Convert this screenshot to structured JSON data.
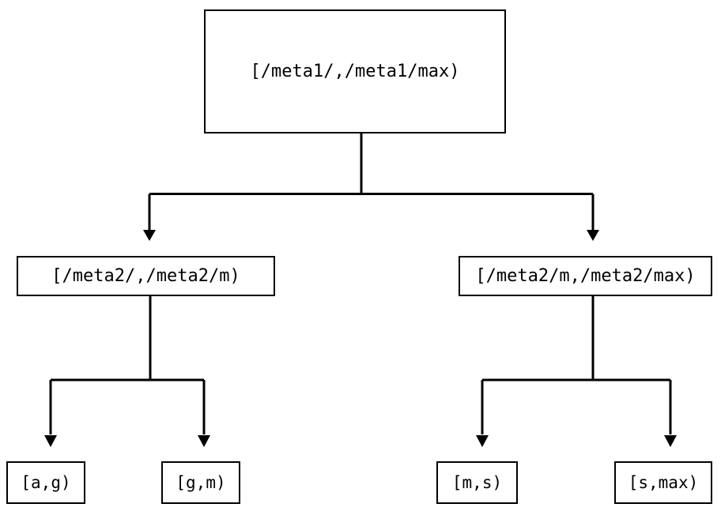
{
  "diagram": {
    "type": "tree",
    "title": "",
    "orientation": "top-down",
    "colors": {
      "background": "#ffffff",
      "stroke": "#000000",
      "text": "#000000",
      "node_fill": "#ffffff"
    },
    "nodes": {
      "root": {
        "label": "[/meta1/,/meta1/max)",
        "level": "root"
      },
      "mid_left": {
        "label": "[/meta2/,/meta2/m)",
        "level": "mid"
      },
      "mid_right": {
        "label": "[/meta2/m,/meta2/max)",
        "level": "mid"
      },
      "leaf_1": {
        "label": "[a,g)",
        "level": "leaf"
      },
      "leaf_2": {
        "label": "[g,m)",
        "level": "leaf"
      },
      "leaf_3": {
        "label": "[m,s)",
        "level": "leaf"
      },
      "leaf_4": {
        "label": "[s,max)",
        "level": "leaf"
      }
    },
    "edges": [
      {
        "from": "root",
        "to": "mid_left",
        "arrow": "down"
      },
      {
        "from": "root",
        "to": "mid_right",
        "arrow": "down"
      },
      {
        "from": "mid_left",
        "to": "leaf_1",
        "arrow": "down"
      },
      {
        "from": "mid_left",
        "to": "leaf_2",
        "arrow": "down"
      },
      {
        "from": "mid_right",
        "to": "leaf_3",
        "arrow": "down"
      },
      {
        "from": "mid_right",
        "to": "leaf_4",
        "arrow": "down"
      }
    ]
  }
}
